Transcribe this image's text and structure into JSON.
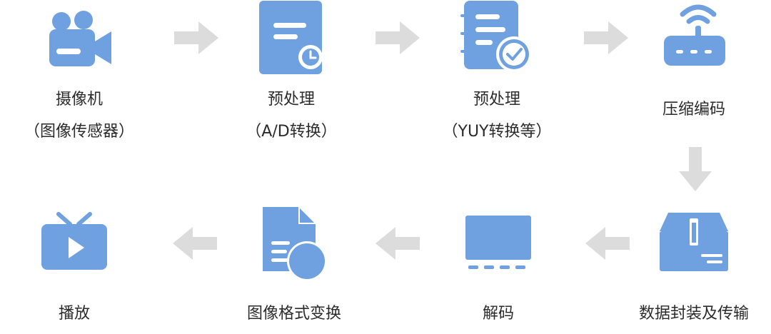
{
  "colors": {
    "icon": "#6fa0e0",
    "arrow": "#dcdcdc",
    "text": "#2b2b2b"
  },
  "steps": [
    {
      "icon": "video-camera-icon",
      "label": "摄像机",
      "sublabel": "（图像传感器）"
    },
    {
      "icon": "document-clock-icon",
      "label": "预处理",
      "sublabel": "（A/D转换）"
    },
    {
      "icon": "document-check-icon",
      "label": "预处理",
      "sublabel": "（YUY转换等）"
    },
    {
      "icon": "wifi-router-icon",
      "label": "压缩编码",
      "sublabel": ""
    },
    {
      "icon": "package-box-icon",
      "label": "数据封装及传输",
      "sublabel": ""
    },
    {
      "icon": "monitor-screen-icon",
      "label": "解码",
      "sublabel": ""
    },
    {
      "icon": "file-convert-icon",
      "label": "图像格式变换",
      "sublabel": ""
    },
    {
      "icon": "tv-play-icon",
      "label": "播放",
      "sublabel": ""
    }
  ]
}
